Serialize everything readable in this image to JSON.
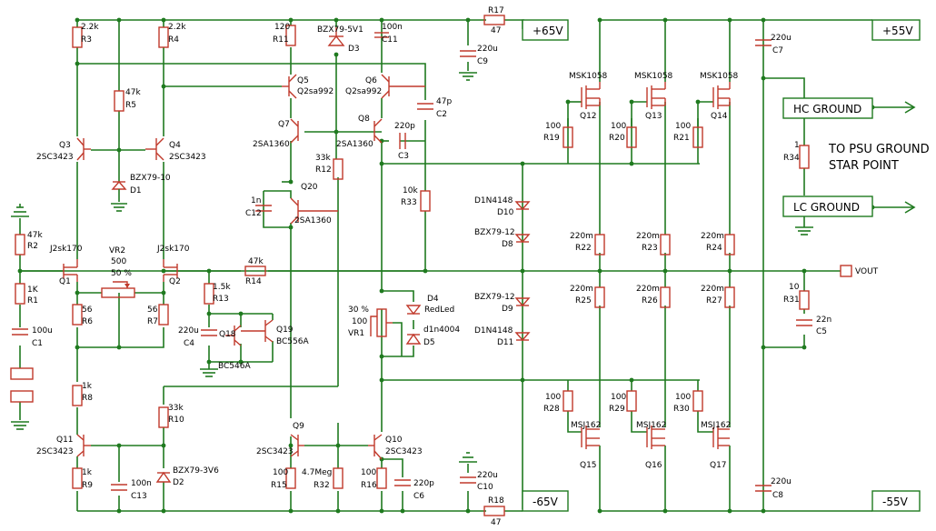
{
  "rails": {
    "pos_small": "+65V",
    "pos_big": "+55V",
    "neg_small": "-65V",
    "neg_big": "-55V"
  },
  "grounds": {
    "hc": "HC GROUND",
    "lc": "LC GROUND",
    "note_line1": "TO PSU GROUND",
    "note_line2": "STAR POINT"
  },
  "output": "VOUT",
  "resistors": [
    {
      "ref": "R3",
      "val": "2.2k"
    },
    {
      "ref": "R4",
      "val": "2.2k"
    },
    {
      "ref": "R11",
      "val": "120"
    },
    {
      "ref": "R17",
      "val": "47"
    },
    {
      "ref": "R5",
      "val": "47k"
    },
    {
      "ref": "R2",
      "val": "47k"
    },
    {
      "ref": "R1",
      "val": "1K"
    },
    {
      "ref": "R6",
      "val": "56"
    },
    {
      "ref": "R7",
      "val": "56"
    },
    {
      "ref": "R13",
      "val": "1.5k"
    },
    {
      "ref": "R14",
      "val": "47k"
    },
    {
      "ref": "R12",
      "val": "33k"
    },
    {
      "ref": "R33",
      "val": "10k"
    },
    {
      "ref": "R8",
      "val": "1k"
    },
    {
      "ref": "R9",
      "val": "1k"
    },
    {
      "ref": "R10",
      "val": "33k"
    },
    {
      "ref": "R15",
      "val": "100"
    },
    {
      "ref": "R32",
      "val": "4.7Meg"
    },
    {
      "ref": "R16",
      "val": "100"
    },
    {
      "ref": "R18",
      "val": "47"
    },
    {
      "ref": "R19",
      "val": "100"
    },
    {
      "ref": "R20",
      "val": "100"
    },
    {
      "ref": "R21",
      "val": "100"
    },
    {
      "ref": "R22",
      "val": "220m"
    },
    {
      "ref": "R23",
      "val": "220m"
    },
    {
      "ref": "R24",
      "val": "220m"
    },
    {
      "ref": "R25",
      "val": "220m"
    },
    {
      "ref": "R26",
      "val": "220m"
    },
    {
      "ref": "R27",
      "val": "220m"
    },
    {
      "ref": "R28",
      "val": "100"
    },
    {
      "ref": "R29",
      "val": "100"
    },
    {
      "ref": "R30",
      "val": "100"
    },
    {
      "ref": "R31",
      "val": "10"
    },
    {
      "ref": "R34",
      "val": "1"
    }
  ],
  "capacitors": [
    {
      "ref": "C11",
      "val": "100n"
    },
    {
      "ref": "C9",
      "val": "220u"
    },
    {
      "ref": "C2",
      "val": "47p"
    },
    {
      "ref": "C3",
      "val": "220p"
    },
    {
      "ref": "C12",
      "val": "1n"
    },
    {
      "ref": "C1",
      "val": "100u"
    },
    {
      "ref": "C4",
      "val": "220u"
    },
    {
      "ref": "C13",
      "val": "100n"
    },
    {
      "ref": "C6",
      "val": "220p"
    },
    {
      "ref": "C10",
      "val": "220u"
    },
    {
      "ref": "C7",
      "val": "220u"
    },
    {
      "ref": "C8",
      "val": "220u"
    },
    {
      "ref": "C5",
      "val": "22n"
    }
  ],
  "transistors": [
    {
      "ref": "Q5",
      "val": "Q2sa992"
    },
    {
      "ref": "Q6",
      "val": "Q2sa992"
    },
    {
      "ref": "Q7",
      "val": "2SA1360"
    },
    {
      "ref": "Q8",
      "val": "2SA1360"
    },
    {
      "ref": "Q20",
      "val": "2SA1360"
    },
    {
      "ref": "Q3",
      "val": "2SC3423"
    },
    {
      "ref": "Q4",
      "val": "2SC3423"
    },
    {
      "ref": "Q1",
      "val": "J2sk170"
    },
    {
      "ref": "Q2",
      "val": "J2sk170"
    },
    {
      "ref": "Q18",
      "val": "BC546A"
    },
    {
      "ref": "Q19",
      "val": "BC556A"
    },
    {
      "ref": "Q11",
      "val": "2SC3423"
    },
    {
      "ref": "Q9",
      "val": "2SC3423"
    },
    {
      "ref": "Q10",
      "val": "2SC3423"
    },
    {
      "ref": "Q12",
      "val": "MSK1058"
    },
    {
      "ref": "Q13",
      "val": "MSK1058"
    },
    {
      "ref": "Q14",
      "val": "MSK1058"
    },
    {
      "ref": "Q15",
      "val": "MSJ162"
    },
    {
      "ref": "Q16",
      "val": "MSJ162"
    },
    {
      "ref": "Q17",
      "val": "MSJ162"
    }
  ],
  "diodes": [
    {
      "ref": "D3",
      "val": "BZX79-5V1"
    },
    {
      "ref": "D1",
      "val": "BZX79-10"
    },
    {
      "ref": "D2",
      "val": "BZX79-3V6"
    },
    {
      "ref": "D10",
      "val": "D1N4148"
    },
    {
      "ref": "D8",
      "val": "BZX79-12"
    },
    {
      "ref": "D9",
      "val": "BZX79-12"
    },
    {
      "ref": "D11",
      "val": "D1N4148"
    },
    {
      "ref": "D4",
      "val": "RedLed"
    },
    {
      "ref": "D5",
      "val": "d1n4004"
    }
  ],
  "pots": [
    {
      "ref": "VR2",
      "val": "500",
      "pct": "50 %"
    },
    {
      "ref": "VR1",
      "val": "100",
      "pct": "30 %"
    }
  ]
}
